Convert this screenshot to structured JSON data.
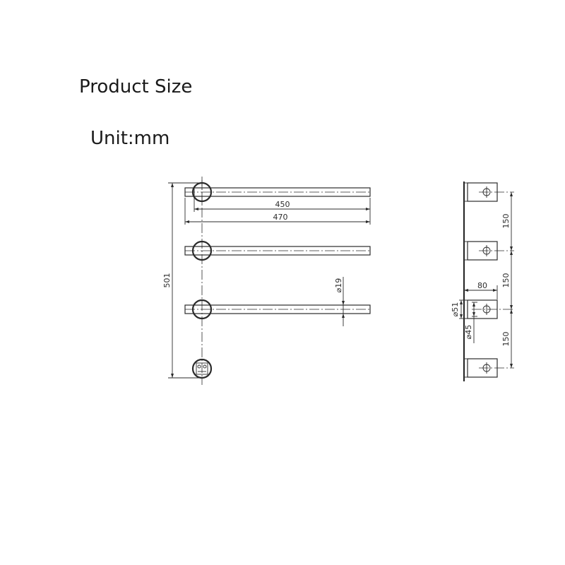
{
  "header": {
    "title": "Product Size",
    "unit": "Unit:mm"
  },
  "drawing": {
    "front_view": {
      "dim_bar_length": "450",
      "dim_overall_width": "470",
      "dim_height": "501",
      "dim_bar_diameter": "⌀19"
    },
    "side_view": {
      "dim_spacing_1": "150",
      "dim_spacing_2": "150",
      "dim_spacing_3": "150",
      "dim_depth": "80",
      "dim_mount_diameter": "⌀51",
      "dim_inner_diameter": "⌀45"
    },
    "line_color": "#2b2b2b"
  }
}
